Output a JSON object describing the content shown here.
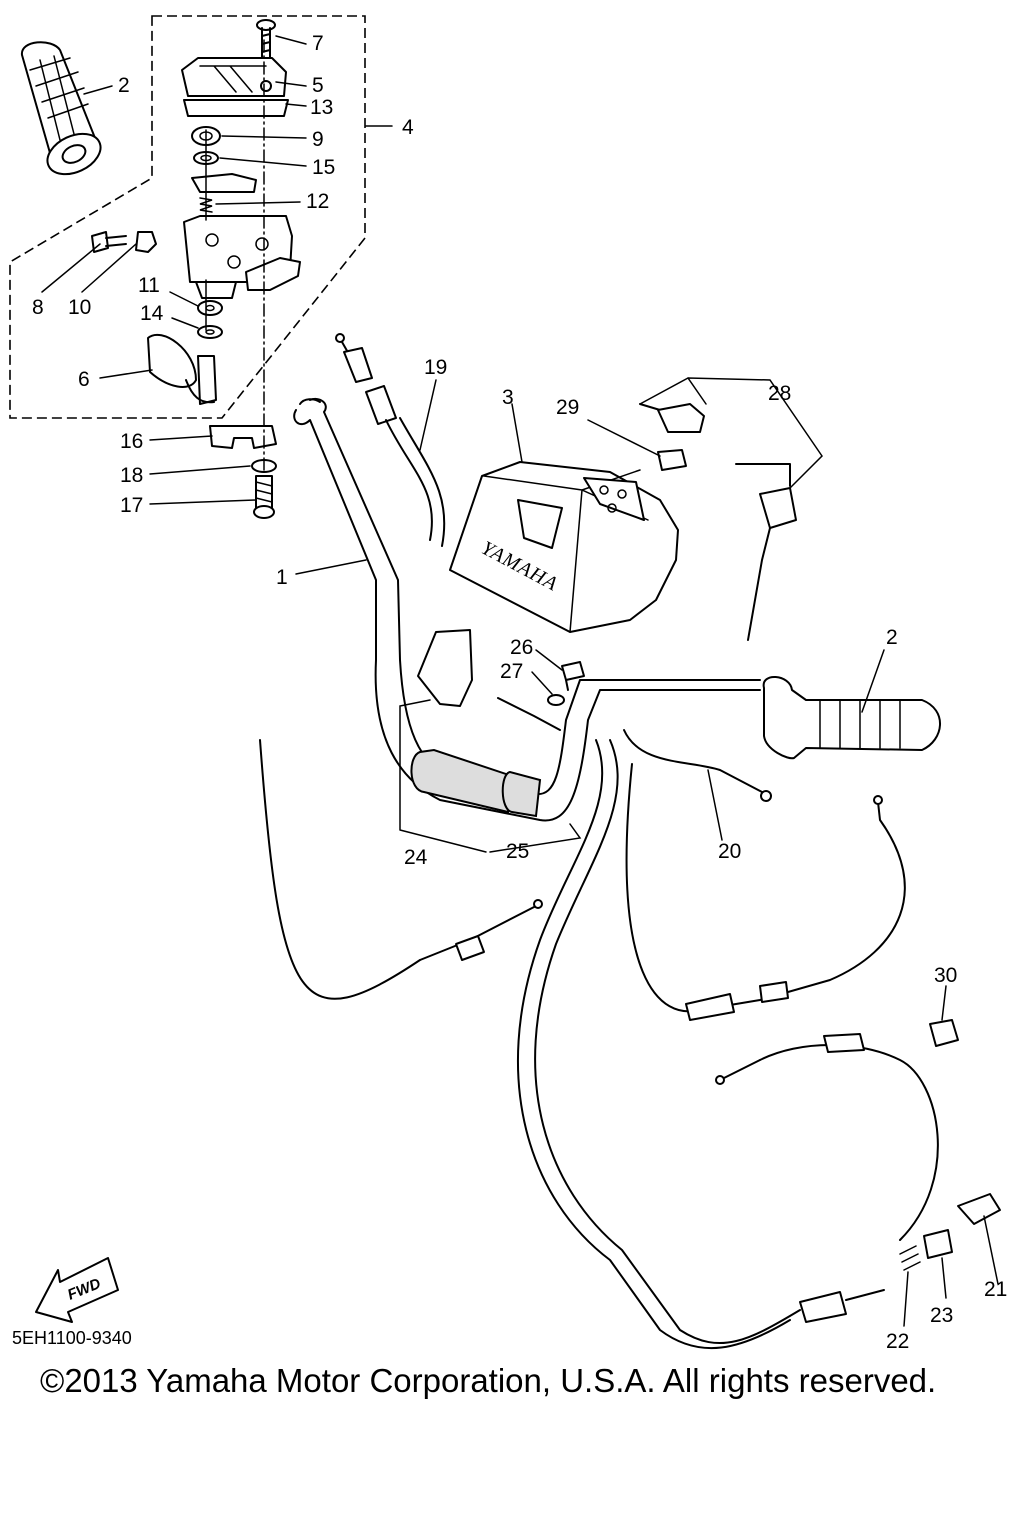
{
  "diagram": {
    "callouts": [
      "1",
      "2",
      "2",
      "3",
      "4",
      "5",
      "6",
      "7",
      "8",
      "9",
      "10",
      "11",
      "12",
      "13",
      "14",
      "15",
      "16",
      "17",
      "18",
      "19",
      "20",
      "21",
      "22",
      "23",
      "24",
      "25",
      "26",
      "27",
      "28",
      "29",
      "30"
    ],
    "brand_mark": "YAMAHA",
    "fwd_label": "FWD",
    "drawing_code": "5EH1100-9340",
    "copyright": "©2013 Yamaha Motor Corporation, U.S.A. All rights reserved."
  }
}
